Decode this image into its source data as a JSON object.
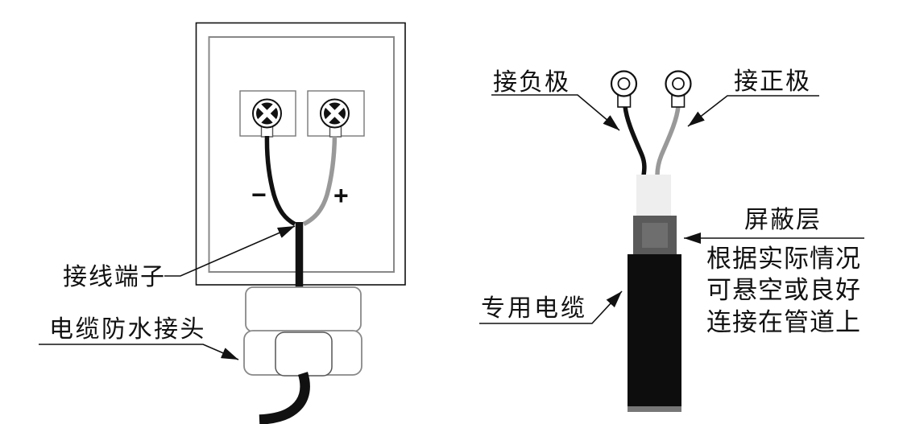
{
  "left_panel": {
    "terminal_label": "接线端子",
    "gland_label": "电缆防水接头",
    "negative_sign": "−",
    "positive_sign": "+"
  },
  "right_panel": {
    "negative_label": "接负极",
    "positive_label": "接正极",
    "shield_label": "屏蔽层",
    "cable_label": "专用电缆",
    "note_lines": [
      "根据实际情况",
      "可悬空或良好",
      "连接在管道上"
    ]
  },
  "colors": {
    "line": "#111111",
    "inner_box_border": "#888888",
    "gray_wire": "#999999",
    "insulation_light": "#eeeeee",
    "shield_gray": "#5a5a5a",
    "shield_highlight": "#6e6e6e",
    "cable_black": "#0d0d0d",
    "cable_cut_gray": "#777777"
  }
}
